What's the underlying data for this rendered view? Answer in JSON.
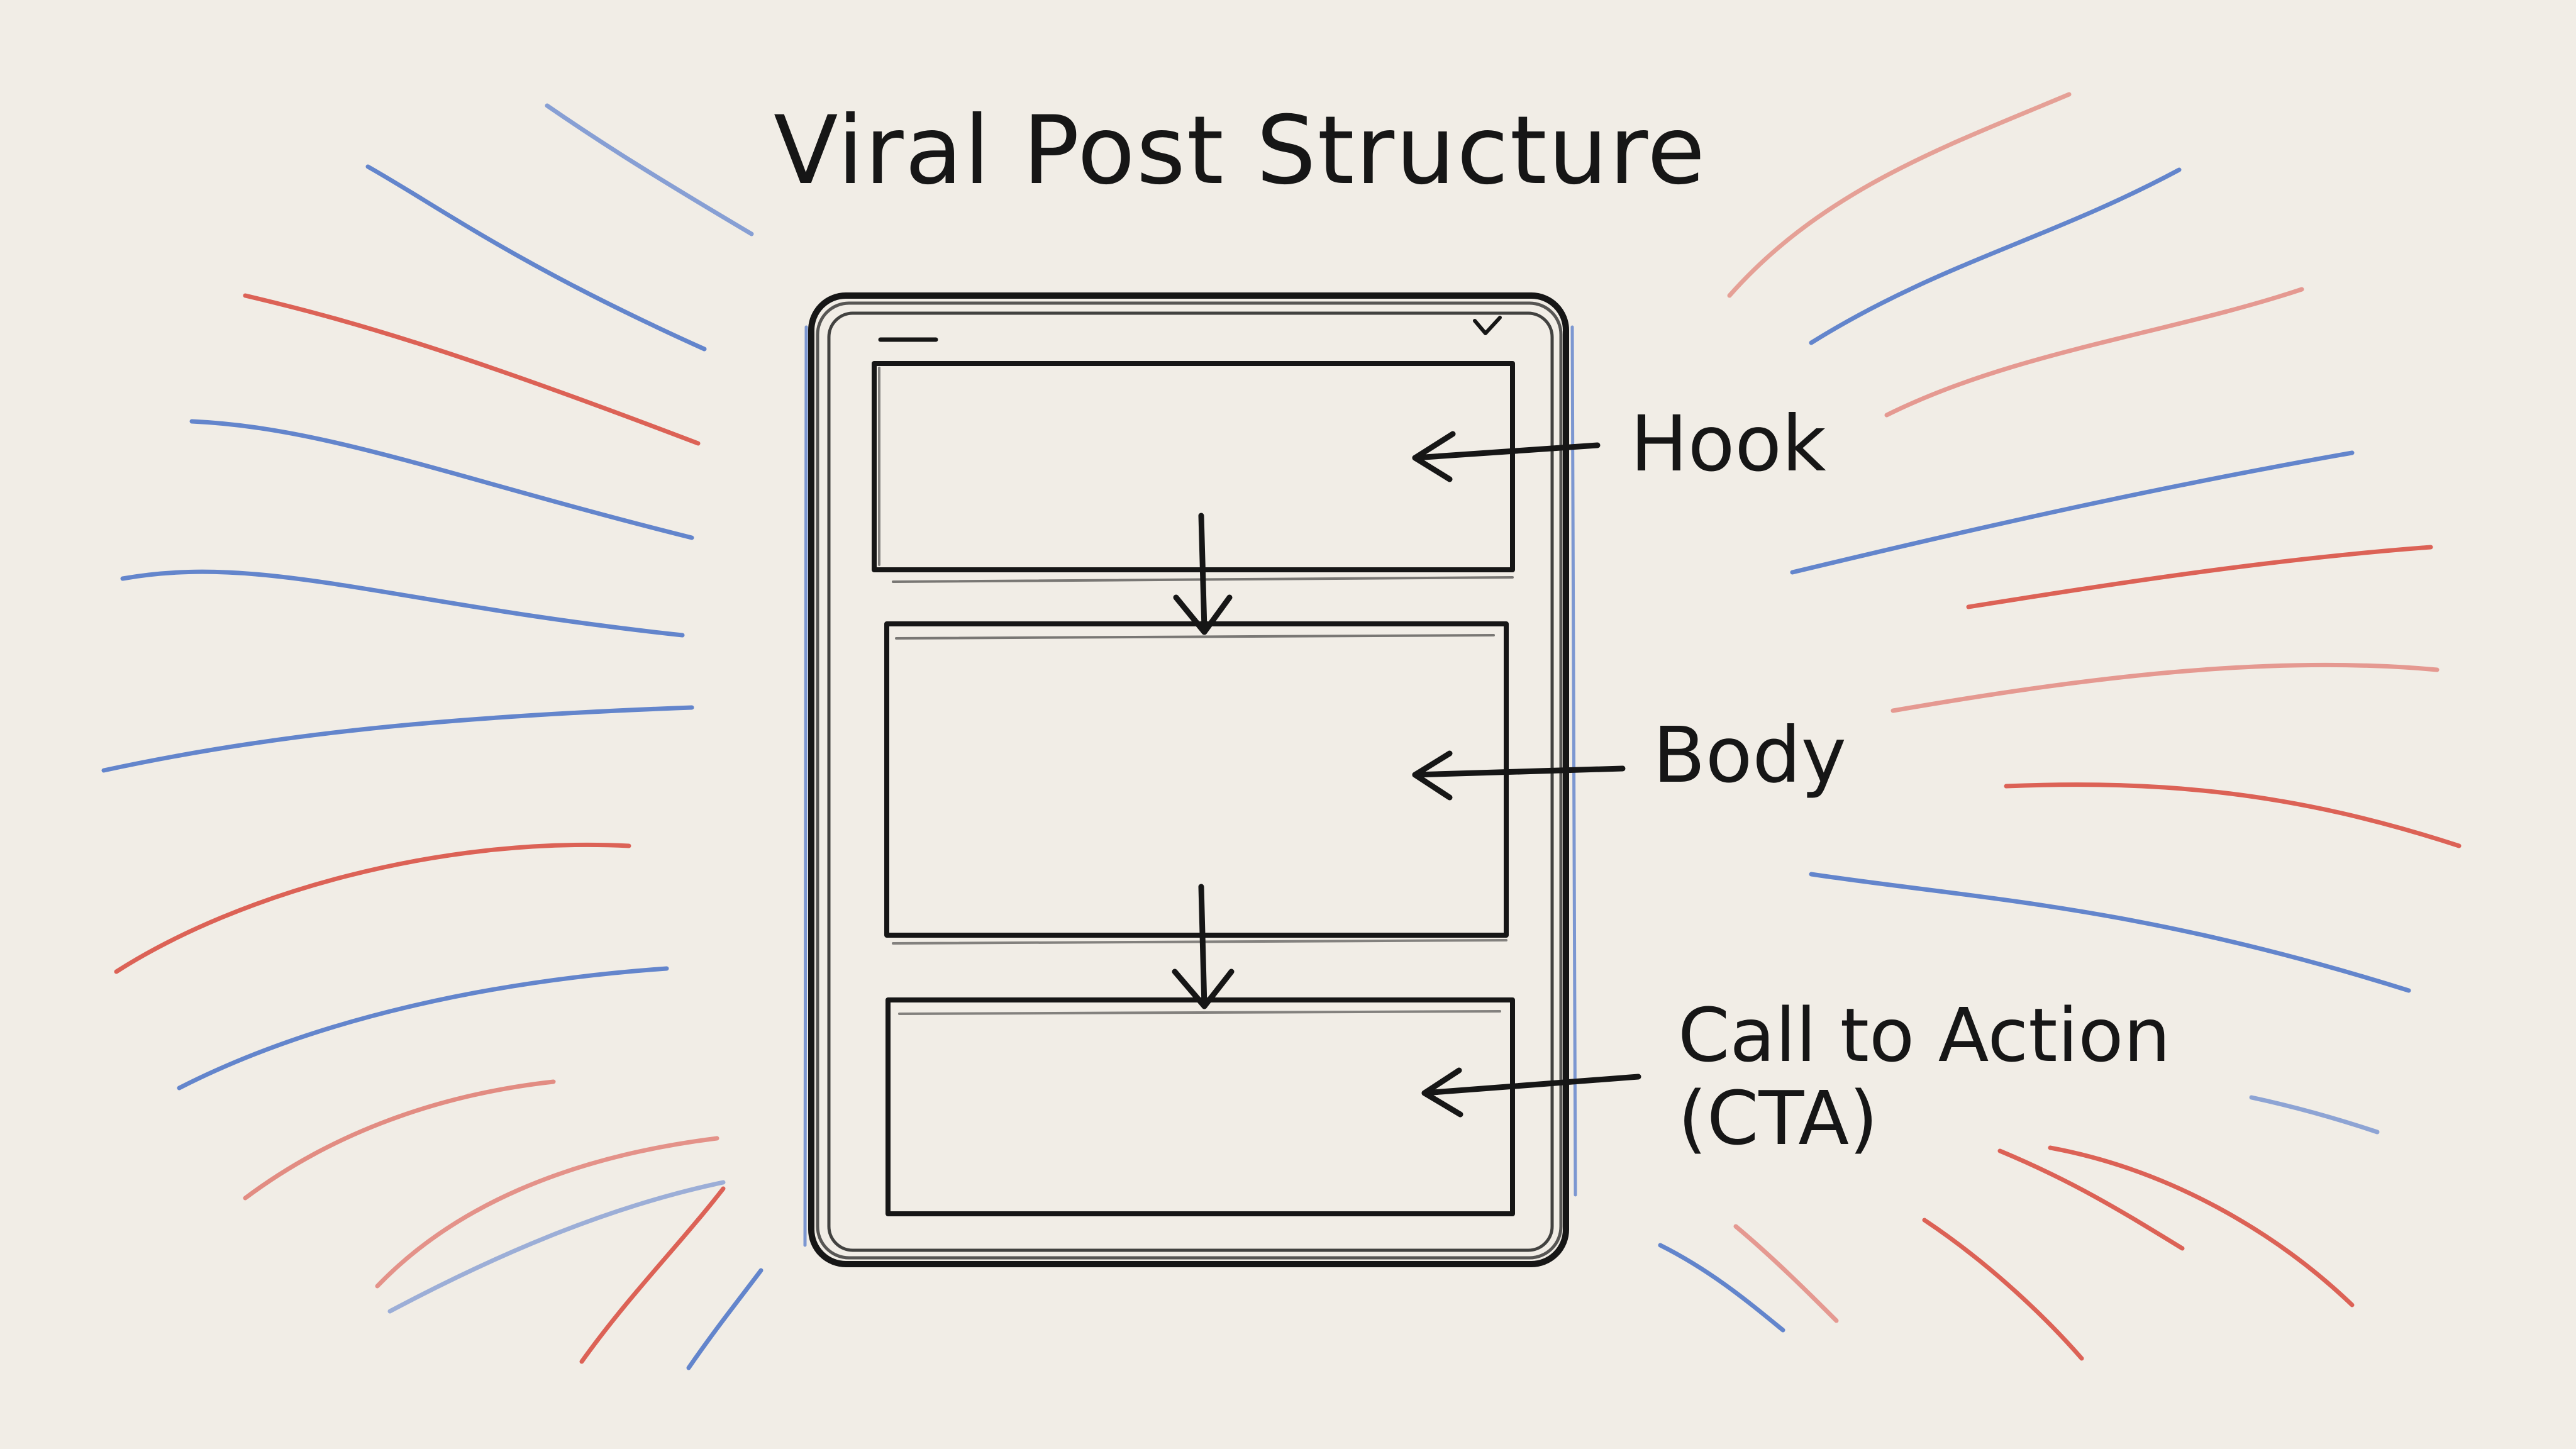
{
  "title": "Viral Post Structure",
  "labels": {
    "hook": "Hook",
    "body": "Body",
    "cta_line1": "Call to Action",
    "cta_line2": "(CTA)"
  },
  "colors": {
    "paper": "#f1ede6",
    "ink": "#161616",
    "red_stroke": "#d9483d",
    "blue_stroke": "#4a72c8"
  }
}
